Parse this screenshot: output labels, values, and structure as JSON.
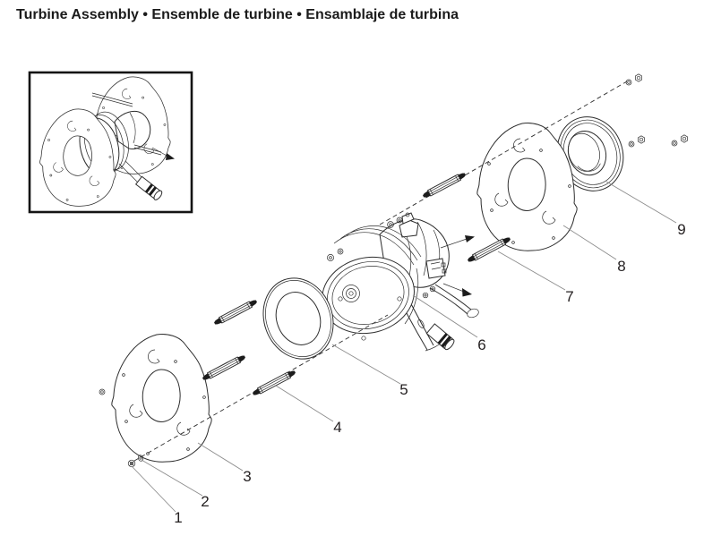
{
  "title": "Turbine Assembly • Ensemble de turbine • Ensamblaje de turbina",
  "colors": {
    "background": "#ffffff",
    "drawing_line": "#2e2e2e",
    "leader_line": "#8c8c8c",
    "label_text": "#231f20",
    "inset_border": "#141414"
  },
  "diagram": {
    "part_labels": [
      "1",
      "2",
      "3",
      "4",
      "5",
      "6",
      "7",
      "8",
      "9"
    ]
  }
}
